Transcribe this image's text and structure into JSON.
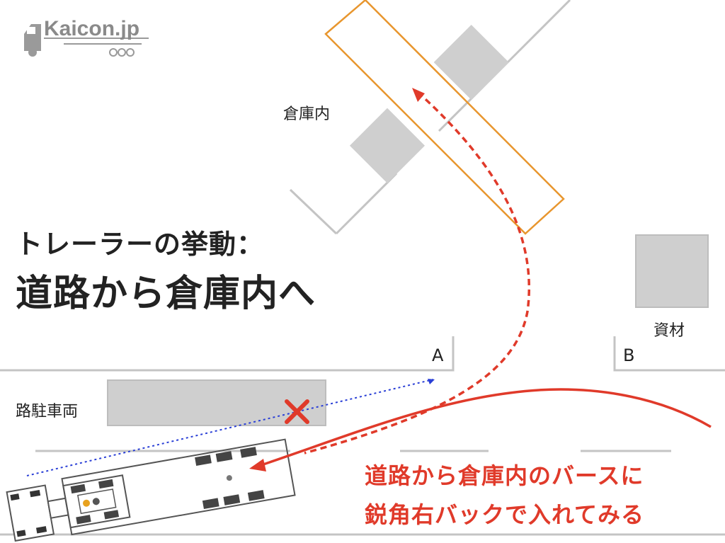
{
  "logo": {
    "text": "Kaicon.jp"
  },
  "heading": {
    "line1": "トレーラーの挙動：",
    "line2": "道路から倉庫内へ"
  },
  "labels": {
    "warehouse": "倉庫内",
    "material": "資材",
    "parked_vehicle": "路駐車両",
    "point_a": "A",
    "point_b": "B"
  },
  "caption": {
    "line1": "道路から倉庫内のバースに",
    "line2": "鋭角右バックで入れてみる"
  },
  "colors": {
    "accent_red": "#e03a2a",
    "berth_orange": "#e8962e",
    "sightline_blue": "#2a3fd6",
    "block_gray": "#cfcfcf",
    "truck_outline": "#555555"
  }
}
